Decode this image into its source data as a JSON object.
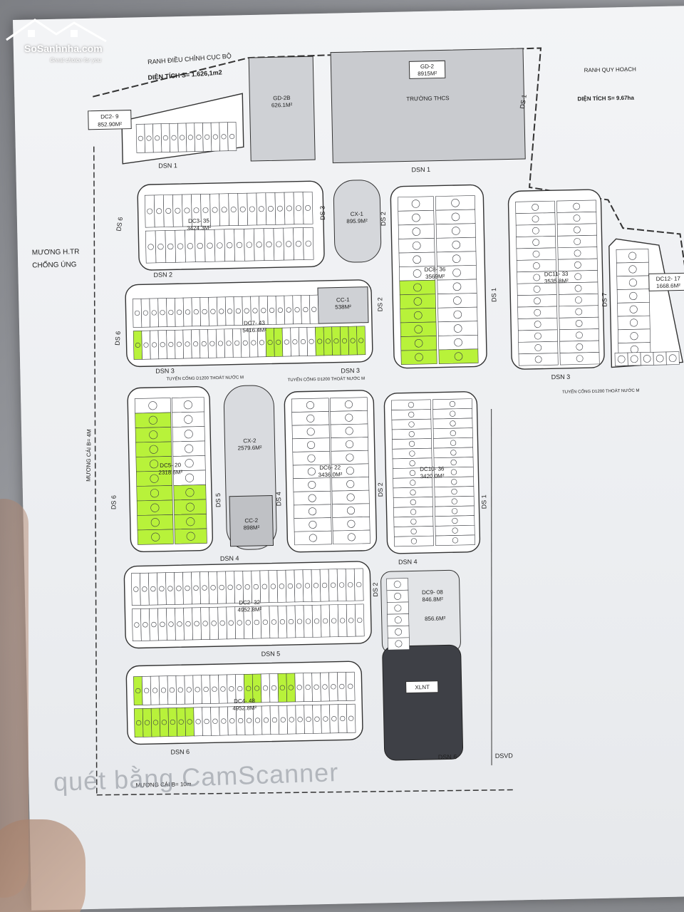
{
  "logo": {
    "brand": "SoSanhnha.com",
    "tagline": "Great choice for you"
  },
  "watermark": "quét bằng CamScanner",
  "notes": {
    "ranh_dieu_chinh": "RANH ĐIỀU CHỈNH CỤC BỘ",
    "dien_tich_left": "DIỆN TÍCH S= 1.626,1m2",
    "ranh_quy_hoach": "RANH QUY HOẠCH",
    "dien_tich_right": "DIỆN TÍCH S= 9.67ha",
    "muong_h": "MƯƠNG H.TR",
    "chong_ung": "CHỐNG ÚNG",
    "muong_cai": "MƯƠNG CÁI B= 4M",
    "muong_cai_bottom": "MƯƠNG CÁI B= 10m",
    "tuyen_cong_1": "TUYẾN CỐNG D1200 THOÁT NƯỚC M",
    "tuyen_cong_2": "TUYẾN CỐNG D1200 THOÁT NƯỚC M",
    "tuyen_cong_3": "TUYẾN CỐNG D1200 THOÁT NƯỚC M"
  },
  "roads": {
    "dsn1a": "DSN 1",
    "dsn1b": "DSN 1",
    "dsn2": "DSN 2",
    "dsn3a": "DSN 3",
    "dsn3b": "DSN 3",
    "dsn3c": "DSN 3",
    "dsn4a": "DSN 4",
    "dsn4b": "DSN 4",
    "dsn5": "DSN 5",
    "dsn6a": "DSN 6",
    "dsn6b": "DSN 6",
    "ds1a": "DS 1",
    "ds1b": "DS 1",
    "ds1c": "DS 1",
    "ds2a": "DS 2",
    "ds2b": "DS 2",
    "ds2c": "DS 2",
    "ds2d": "DS 2",
    "ds3": "DS 3",
    "ds4": "DS 4",
    "ds5": "DS 5",
    "ds6a": "DS 6",
    "ds6b": "DS 6",
    "ds6c": "DS 6",
    "ds7": "DS 7",
    "dsvd": "DSVD"
  },
  "blocks": {
    "dc2_9": {
      "code": "DC2- 9",
      "area": "852.90M²"
    },
    "gd2b": {
      "code": "GD-2B",
      "area": "626.1M²"
    },
    "gd2": {
      "code": "GD-2",
      "area": "8915M²",
      "name": "TRƯỜNG THCS"
    },
    "dc3_35": {
      "code": "DC3- 35",
      "area": "3424.3M²"
    },
    "cx1": {
      "code": "CX-1",
      "area": "895.9M²"
    },
    "dc8_36": {
      "code": "DC8- 36",
      "area": "3569M²"
    },
    "dc11_33": {
      "code": "DC11- 33",
      "area": "3535.8M²"
    },
    "dc12_17": {
      "code": "DC12- 17",
      "area": "1668.6M²"
    },
    "dc7_43": {
      "code": "DC7- 43",
      "area": "5416.4M²"
    },
    "cc1": {
      "code": "CC-1",
      "area": "538M²"
    },
    "dc5_20": {
      "code": "DC5- 20",
      "area": "2318.6M²"
    },
    "cx2": {
      "code": "CX-2",
      "area": "2579.6M²"
    },
    "cc2": {
      "code": "CC-2",
      "area": "898M²"
    },
    "dc6_22": {
      "code": "DC6- 22",
      "area": "3436.0M²"
    },
    "dc10_36": {
      "code": "DC10- 36",
      "area": "3420.0M²"
    },
    "dc2_32": {
      "code": "DC2- 32",
      "area": "4952.8M²"
    },
    "dc9_08": {
      "code": "DC9- 08",
      "area": "846.8M²",
      "extra": "856.6M²"
    },
    "dc4_48": {
      "code": "DC4- 48",
      "area": "4952.8M²"
    },
    "xlnt": {
      "code": "XLNT"
    }
  },
  "colors": {
    "lot": "#ffffff",
    "lot_line": "#3b3d42",
    "highlight": "#b8f23a",
    "road": "#e9ebee",
    "school": "#c9cbcf",
    "xlnt": "#3e4046"
  }
}
